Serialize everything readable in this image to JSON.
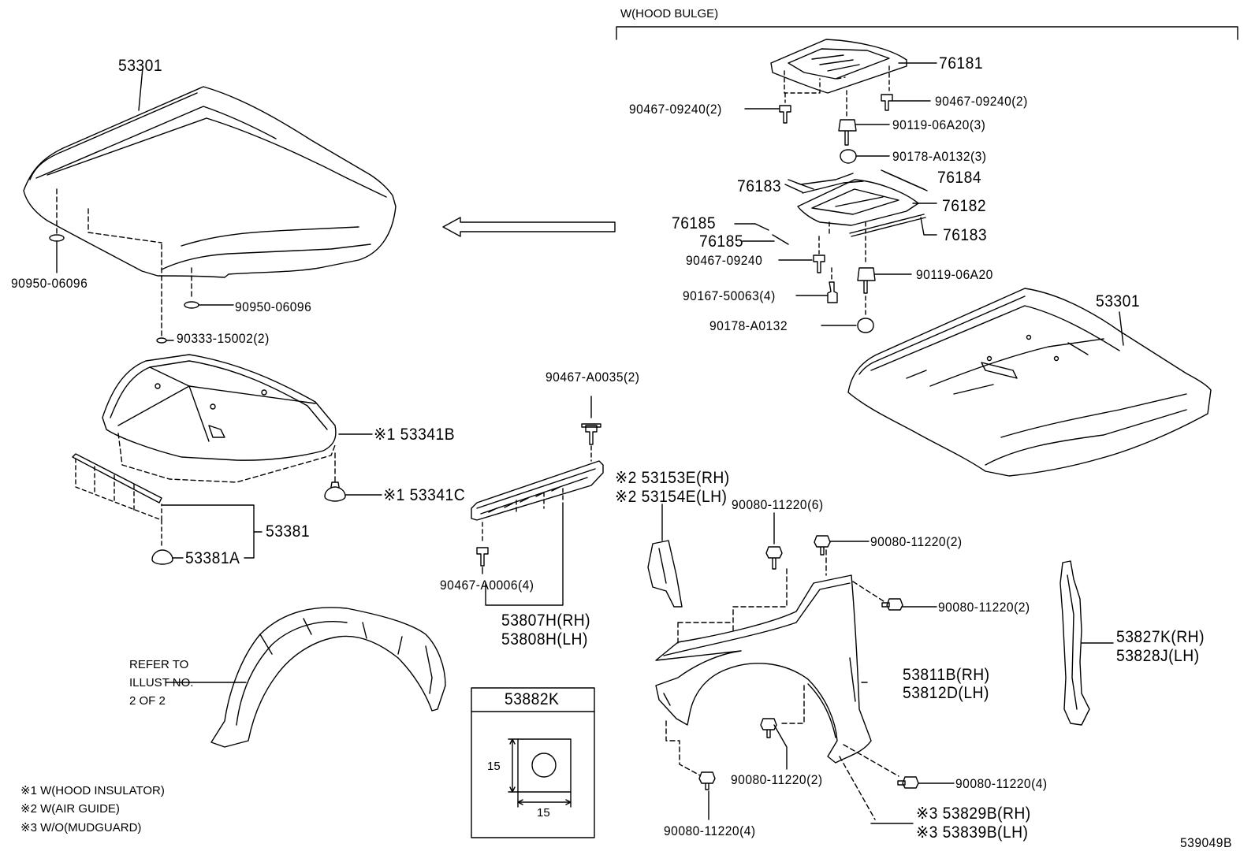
{
  "header": {
    "variant_label": "W(HOOD BULGE)"
  },
  "labels": {
    "hood_left": "53301",
    "hood_right": "53301",
    "bulge": "76181",
    "clip_l": "90467-09240(2)",
    "clip_r": "90467-09240(2)",
    "nut_3": "90119-06A20(3)",
    "washer_3": "90178-A0132(3)",
    "strip_76183_top": "76183",
    "strip_76184": "76184",
    "panel_76182": "76182",
    "strip_76183_bot": "76183",
    "trim_76185_a": "76185",
    "trim_76185_b": "76185",
    "clip_single": "90467-09240",
    "nut_single": "90119-06A20",
    "screw": "90167-50063(4)",
    "washer_single": "90178-A0132",
    "cushion_left": "90950-06096",
    "cushion_center": "90950-06096",
    "cushion_small": "90333-15002(2)",
    "insulator": "※1 53341B",
    "insulator_clip": "※1 53341C",
    "seal": "53381",
    "seal_clip": "53381A",
    "clip_a0035": "90467-A0035(2)",
    "air_guide_rh": "※2 53153E(RH)",
    "air_guide_lh": "※2 53154E(LH)",
    "clip_a0006": "90467-A0006(4)",
    "seal_rh": "53807H(RH)",
    "seal_lh": "53808H(LH)",
    "bolt_top6": "90080-11220(6)",
    "bolt_top2": "90080-11220(2)",
    "bolt_mid2": "90080-11220(2)",
    "fender_rh": "53811B(RH)",
    "fender_lh": "53812D(LH)",
    "bracket_rh": "53827K(RH)",
    "bracket_lh": "53828J(LH)",
    "bolt_low2": "90080-11220(2)",
    "bolt_low4": "90080-11220(4)",
    "bolt_bot4": "90080-11220(4)",
    "mud_rh": "※3 53829B(RH)",
    "mud_lh": "※3 53839B(LH)",
    "refer1": "REFER TO",
    "refer2": "ILLUST NO.",
    "refer3": "2 OF 2",
    "box_title": "53882K",
    "dim_v": "15",
    "dim_h": "15",
    "diagram_id": "539049B"
  },
  "footnotes": [
    "※1 W(HOOD INSULATOR)",
    "※2 W(AIR GUIDE)",
    "※3 W/O(MUDGUARD)"
  ]
}
